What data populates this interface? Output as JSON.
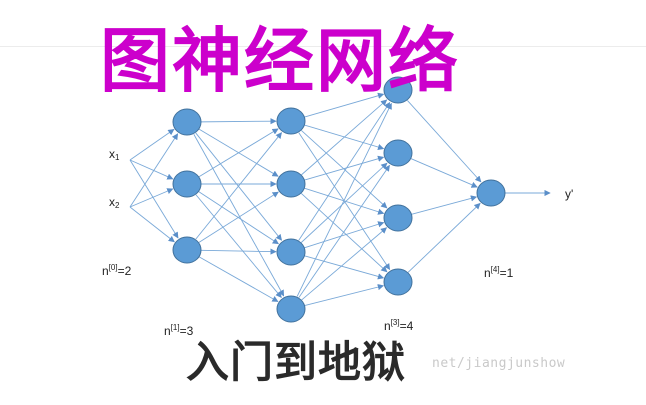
{
  "title": "图神经网络",
  "subtitle": "入门到地狱",
  "watermark": "net/jiangjunshow",
  "colors": {
    "title": "#cc00cc",
    "subtitle": "#2a2a2a",
    "node_fill": "#5b9bd5",
    "node_stroke": "#41719c",
    "edge": "#7aa9d8"
  },
  "diagram": {
    "inputs": [
      {
        "base": "x",
        "sub": "1"
      },
      {
        "base": "x",
        "sub": "2"
      }
    ],
    "output_label": "y'",
    "layer_labels": [
      {
        "base": "n",
        "sup": "[0]",
        "tail": "=2"
      },
      {
        "base": "n",
        "sup": "[1]",
        "tail": "=3"
      },
      {
        "base": "n",
        "sup": "[3]",
        "tail": "=4"
      },
      {
        "base": "n",
        "sup": "[4]",
        "tail": "=1"
      }
    ],
    "layer_sizes": [
      3,
      4,
      4,
      1
    ]
  }
}
